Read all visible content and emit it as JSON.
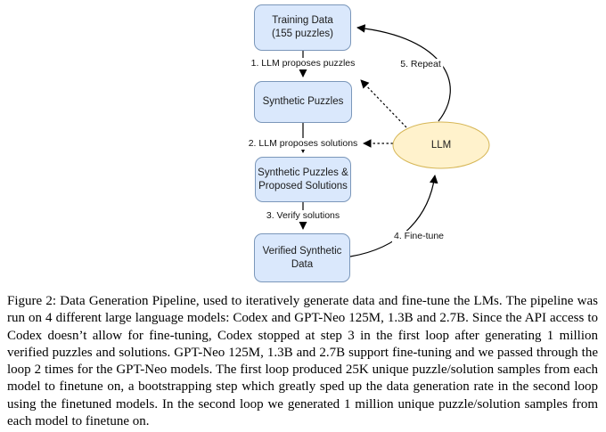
{
  "figure": {
    "nodes": {
      "training": {
        "lines": [
          "Training Data",
          "(155 puzzles)"
        ]
      },
      "synthetic_puzzles": {
        "lines": [
          "Synthetic Puzzles"
        ]
      },
      "synthetic_proposed": {
        "lines": [
          "Synthetic Puzzles &",
          "Proposed Solutions"
        ]
      },
      "verified": {
        "lines": [
          "Verified Synthetic",
          "Data"
        ]
      },
      "llm": {
        "label": "LLM"
      }
    },
    "edge_labels": {
      "step1": "1. LLM proposes puzzles",
      "step2": "2. LLM proposes solutions",
      "step3": "3. Verify solutions",
      "step4": "4. Fine-tune",
      "step5": "5. Repeat"
    },
    "colors": {
      "box_fill": "#dae8fc",
      "box_stroke": "#7b97ba",
      "ellipse_fill": "#fff2cc",
      "ellipse_stroke": "#d6b656",
      "arrow": "#000000"
    }
  },
  "caption": "Figure 2: Data Generation Pipeline, used to iteratively generate data and fine-tune the LMs. The pipeline was run on 4 different large language models: Codex and GPT-Neo 125M, 1.3B and 2.7B. Since the API access to Codex doesn’t allow for fine-tuning, Codex stopped at step 3 in the first loop after generating 1 million verified puzzles and solutions. GPT-Neo 125M, 1.3B and 2.7B support fine-tuning and we passed through the loop 2 times for the GPT-Neo models. The first loop produced 25K unique puzzle/solution samples from each model to finetune on, a bootstrapping step which greatly sped up the data generation rate in the second loop using the finetuned models. In the second loop we generated 1 million unique puzzle/solution samples from each model to finetune on."
}
